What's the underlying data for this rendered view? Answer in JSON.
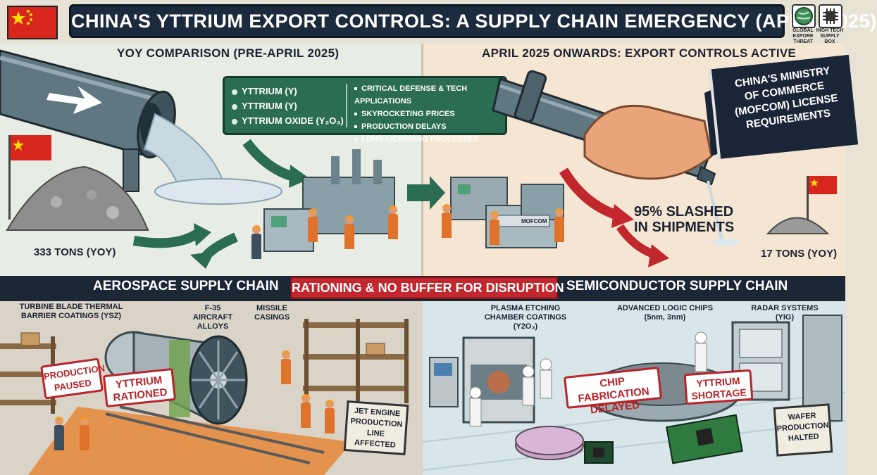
{
  "header": {
    "title": "CHINA'S YTTRIUM EXPORT CONTROLS: A SUPPLY CHAIN EMERGENCY (APRIL 2025)",
    "icon1_label": "GLOBAL EXPORE THREAT",
    "icon2_label": "HIGH TECH SUPPLY BOX"
  },
  "top_left": {
    "heading": "YOY COMPARISON (PRE-APRIL 2025)",
    "tonnage": "333 TONS (YOY)"
  },
  "info_box": {
    "items": [
      "YTTRIUM (Y)",
      "YTTRIUM (Y)",
      "YTTRIUM OXIDE (Y₂O₃)"
    ],
    "details": [
      "CRITICAL DEFENSE & TECH APPLICATIONS",
      "SKYROCKETING PRICES",
      "PRODUCTION DELAYS",
      "LONG LICENSING PROCESSES"
    ]
  },
  "top_right": {
    "heading": "APRIL 2025 ONWARDS: EXPORT CONTROLS ACTIVE",
    "ministry": "CHINA'S MINISTRY OF COMMERCE (MOFCOM) LICENSE REQUIREMENTS",
    "slashed_line1": "95% SLASHED",
    "slashed_line2": "IN SHIPMENTS",
    "tonnage": "17 TONS (YOY)",
    "panel_text": "MOFCOM"
  },
  "banner": {
    "left": "AEROSPACE SUPPLY CHAIN",
    "center": "RATIONING & NO BUFFER FOR DISRUPTION",
    "right": "SEMICONDUCTOR SUPPLY CHAIN"
  },
  "aerospace": {
    "label_turbine": "TURBINE BLADE THERMAL BARRIER COATINGS (YSZ)",
    "label_f35": "F-35 AIRCRAFT ALLOYS",
    "label_missile": "MISSILE CASINGS",
    "stamp_paused": "PRODUCTION PAUSED",
    "stamp_rationed": "YTTRIUM RATIONED",
    "sign_jet": "JET ENGINE PRODUCTION LINE AFFECTED"
  },
  "semiconductor": {
    "label_plasma": "PLASMA ETCHING CHAMBER COATINGS (Y2O₃)",
    "label_logic": "ADVANCED LOGIC CHIPS (5nm, 3nm)",
    "label_radar": "RADAR SYSTEMS (YIG)",
    "stamp_chip": "CHIP FABRICATION DELAYED",
    "stamp_shortage": "YTTRIUM SHORTAGE",
    "sign_wafer": "WAFER PRODUCTION HALTED"
  },
  "colors": {
    "title_bg": "#1c2a3d",
    "china_red": "#d7261e",
    "info_green": "#2b6d52",
    "alert_red": "#c1272d",
    "pipe": "#5a707a"
  }
}
